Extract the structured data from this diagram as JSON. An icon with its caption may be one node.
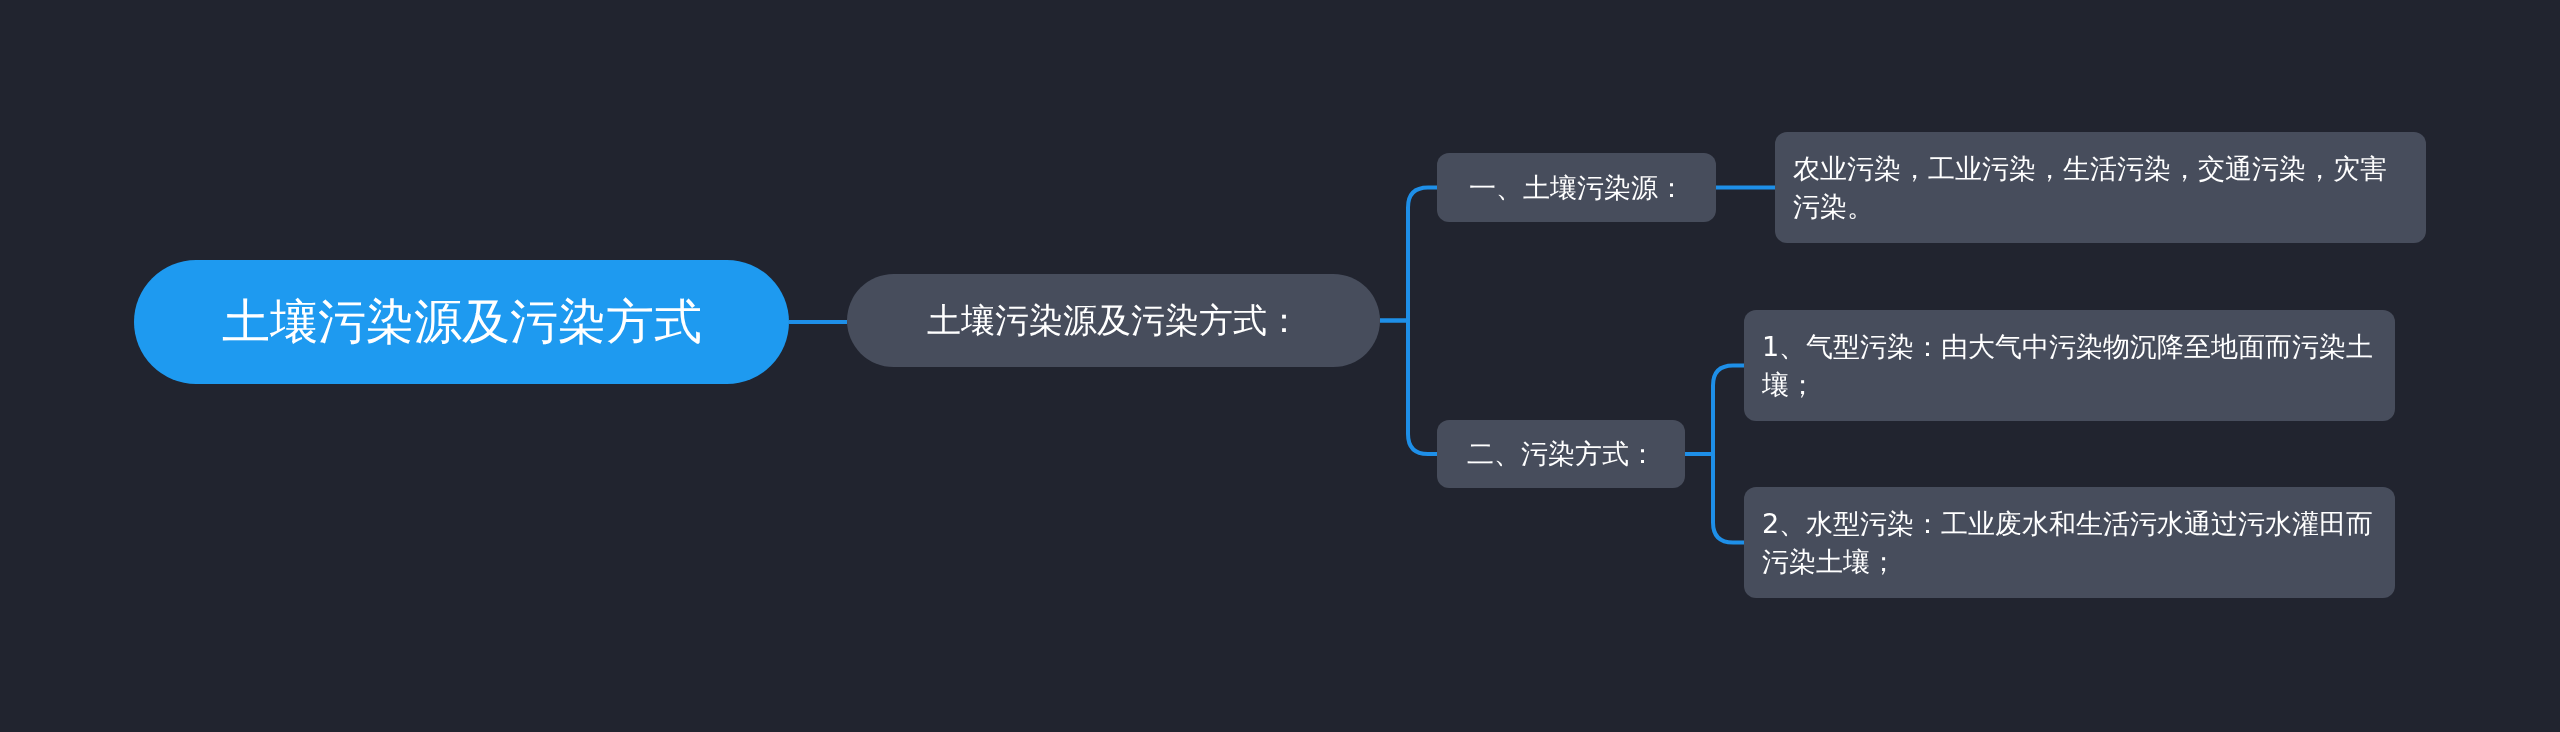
{
  "diagram": {
    "nodes": [
      {
        "text": [
          "土壤污染源及污染方式"
        ]
      },
      {
        "text": [
          "土壤污染源及污染方式："
        ]
      },
      {
        "text": [
          "一、土壤污染源："
        ]
      },
      {
        "text": [
          "农业污染，工业污染，生活污染，交通污染，灾害污染。"
        ]
      },
      {
        "text": [
          "二、污染方式："
        ]
      },
      {
        "text": [
          "1、气型污染：由大气中污染物沉降至地面而污染土壤；"
        ]
      },
      {
        "text": [
          "2、水型污染：工业废水和生活污水通过污水灌田而污染土壤；"
        ]
      }
    ],
    "edges": [
      {
        "from": 0,
        "to": 1,
        "arrow": "none"
      },
      {
        "from": 1,
        "to": 2,
        "arrow": "none"
      },
      {
        "from": 2,
        "to": 3,
        "arrow": "none"
      },
      {
        "from": 1,
        "to": 4,
        "arrow": "none"
      },
      {
        "from": 4,
        "to": 5,
        "arrow": "none"
      },
      {
        "from": 4,
        "to": 6,
        "arrow": "none"
      }
    ]
  }
}
